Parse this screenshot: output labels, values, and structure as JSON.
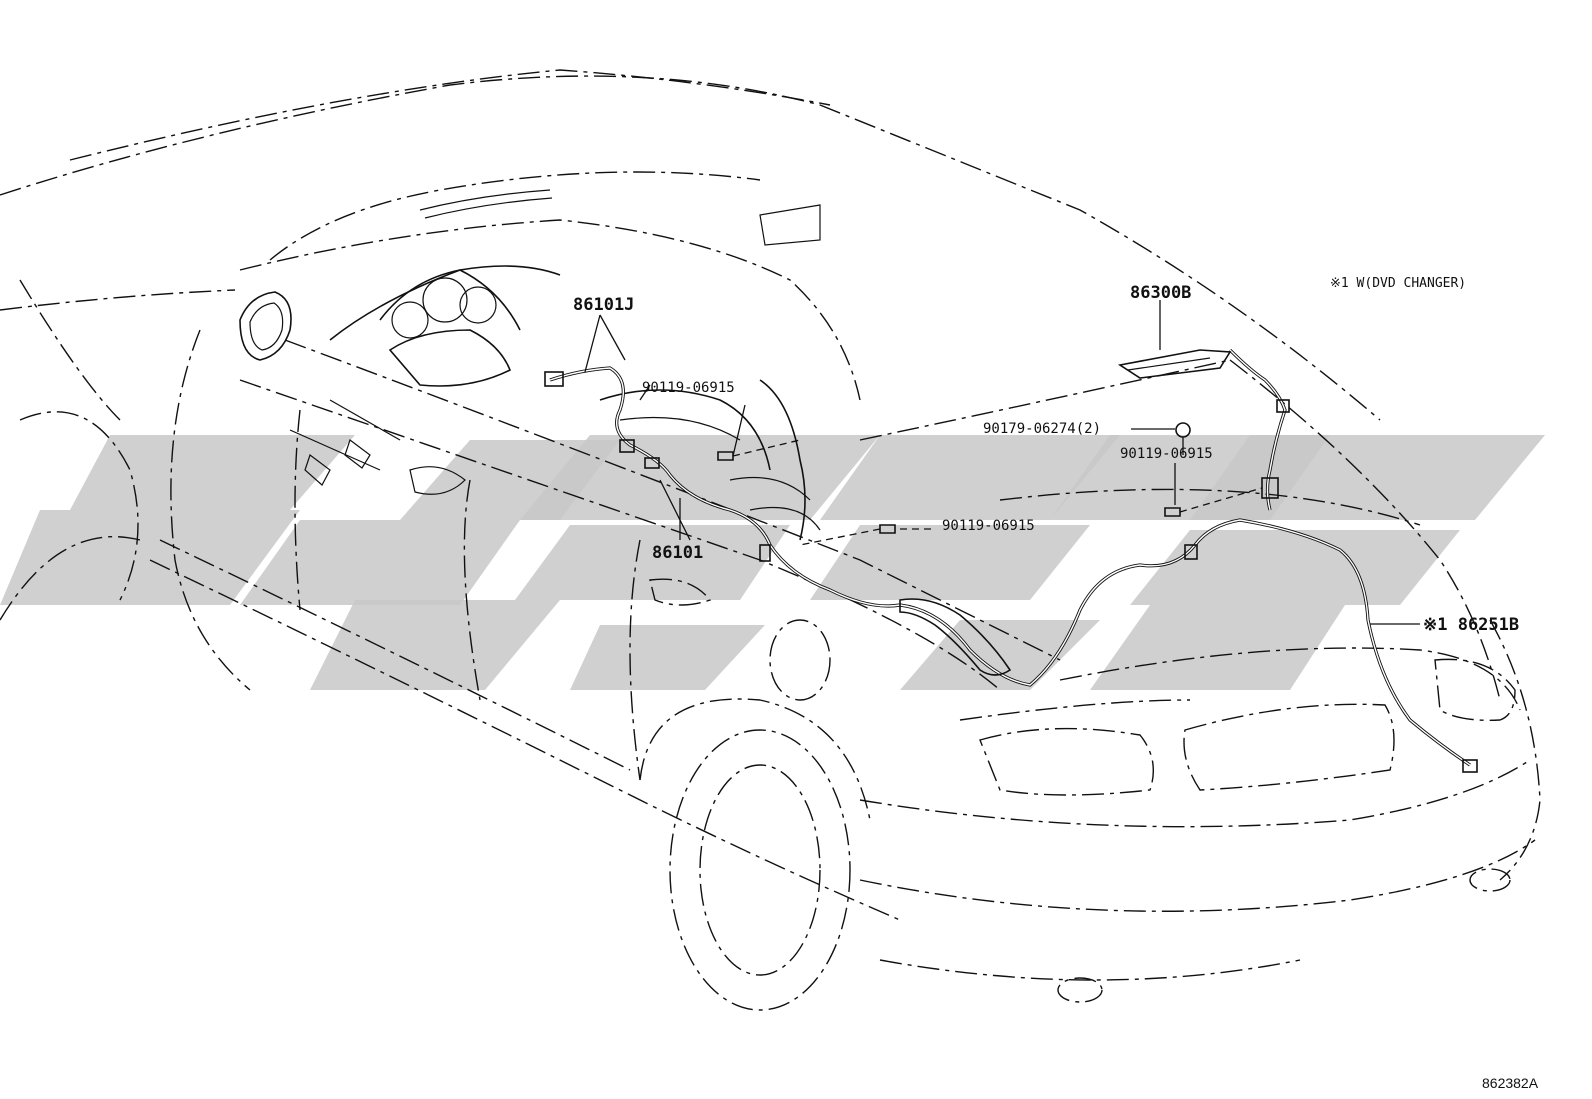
{
  "diagram": {
    "note": "※1 W(DVD CHANGER)",
    "drawing_code": "862382A",
    "labels": {
      "p86101j": "86101J",
      "p86101": "86101",
      "p86300b": "86300B",
      "p86251b": "※1 86251B",
      "bolt_a": "90119-06915",
      "bolt_b": "90119-06915",
      "bolt_c": "90119-06915",
      "clip": "90179-06274(2)"
    },
    "colors": {
      "line": "#111111",
      "watermark": "#c8c8c8",
      "background": "#ffffff"
    }
  }
}
